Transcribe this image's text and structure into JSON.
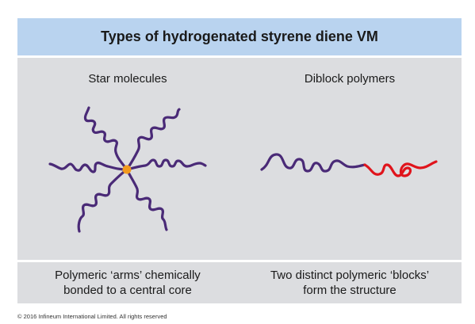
{
  "title": "Types of hydrogenated styrene diene VM",
  "panels": [
    {
      "title": "Star molecules",
      "caption_lines": [
        "Polymeric ‘arms’ chemically",
        "bonded to a central core"
      ]
    },
    {
      "title": "Diblock polymers",
      "caption_lines": [
        "Two distinct polymeric ‘blocks’",
        "form the structure"
      ]
    }
  ],
  "copyright": "© 2016 Infineum International Limited. All rights reserved",
  "colors": {
    "header_bg": "#b9d3ef",
    "panel_bg": "#dcdde0",
    "arm_purple": "#4a2a77",
    "core_orange": "#f29a1e",
    "block_red": "#e0141c"
  }
}
